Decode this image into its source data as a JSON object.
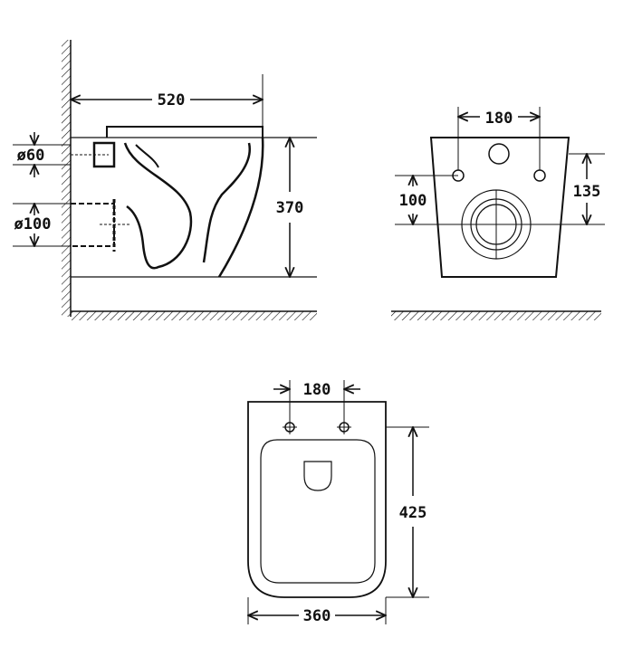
{
  "side_view": {
    "width_label": "520",
    "height_label": "370",
    "pipe_small_label": "ø60",
    "pipe_large_label": "ø100"
  },
  "rear_view": {
    "hole_spacing_label": "180",
    "hole_height_label": "100",
    "outlet_height_label": "135"
  },
  "top_view": {
    "hole_spacing_label": "180",
    "length_label": "425",
    "width_label": "360"
  }
}
